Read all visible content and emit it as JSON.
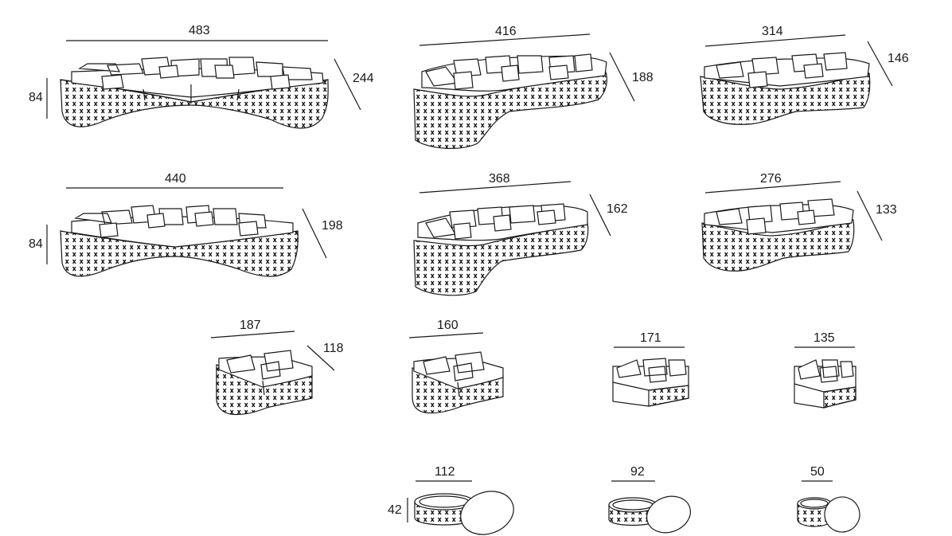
{
  "diagram": {
    "items": [
      {
        "id": "sofa-1",
        "width": "483",
        "depth": "244",
        "height": "84"
      },
      {
        "id": "sofa-2",
        "width": "416",
        "depth": "188"
      },
      {
        "id": "sofa-3",
        "width": "314",
        "depth": "146"
      },
      {
        "id": "sofa-4",
        "width": "440",
        "depth": "198",
        "height": "84"
      },
      {
        "id": "sofa-5",
        "width": "368",
        "depth": "162"
      },
      {
        "id": "sofa-6",
        "width": "276",
        "depth": "133"
      },
      {
        "id": "sofa-7",
        "width": "187",
        "depth": "118"
      },
      {
        "id": "sofa-8",
        "width": "160"
      },
      {
        "id": "sofa-9",
        "width": "171"
      },
      {
        "id": "sofa-10",
        "width": "135"
      },
      {
        "id": "ottoman-1",
        "width": "112",
        "height": "42"
      },
      {
        "id": "ottoman-2",
        "width": "92"
      },
      {
        "id": "ottoman-3",
        "width": "50"
      }
    ]
  },
  "colors": {
    "line": "#1a1a1a",
    "background": "#ffffff"
  }
}
